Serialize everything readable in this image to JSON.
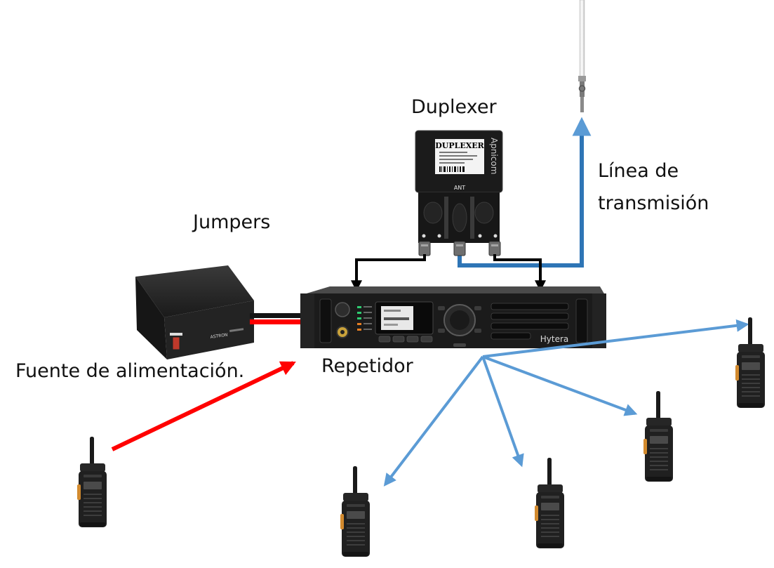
{
  "labels": {
    "duplexer": "Duplexer",
    "jumpers": "Jumpers",
    "linea_line1": "Línea de",
    "linea_line2": "transmisión",
    "fuente": "Fuente de alimentación.",
    "repetidor": "Repetidor"
  },
  "device_text": {
    "duplexer_plate": "DUPLEXER",
    "duplexer_brand": "Apnicom",
    "duplexer_ant": "ANT",
    "repeater_brand": "Hytera",
    "psu_brand": "ASTRON"
  },
  "colors": {
    "transmit_arrow": "#5b9bd5",
    "feedline": "#2e75b6",
    "receive_arrow": "#ff0000",
    "jumper": "#000000",
    "power_cable": "#ff0000",
    "device_body": "#1b1b1b"
  },
  "icons": [
    "antenna-icon",
    "duplexer-icon",
    "repeater-icon",
    "power-supply-icon",
    "radio-icon"
  ]
}
